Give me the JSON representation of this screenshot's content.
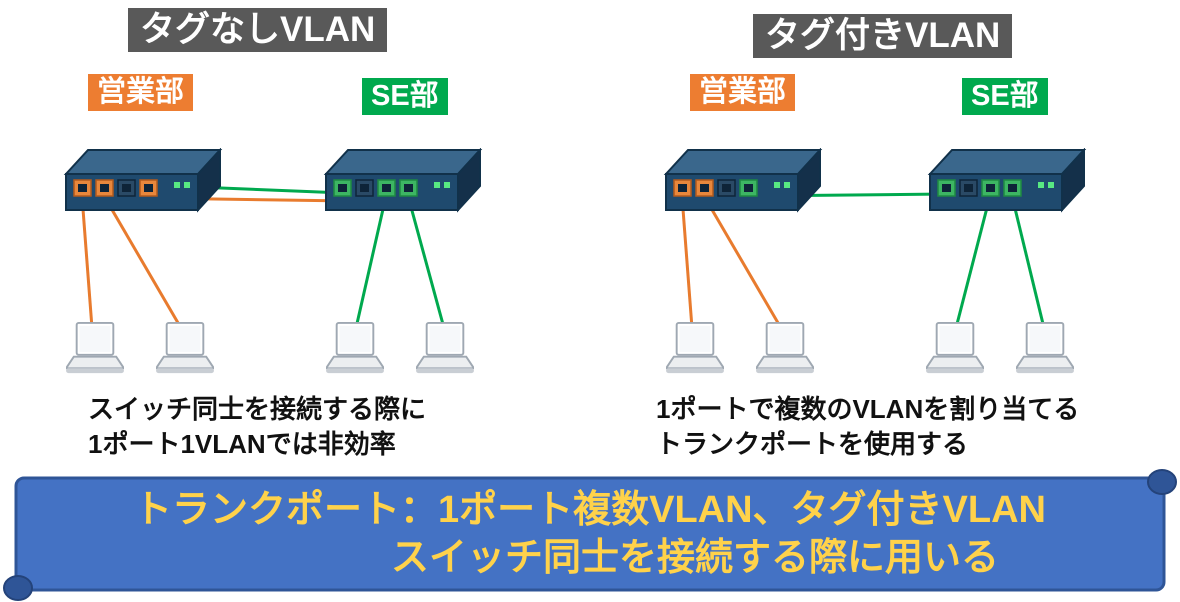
{
  "colors": {
    "sales_orange": "#ED7D31",
    "se_green": "#00A94E",
    "title_gray": "#595959",
    "banner_blue": "#4472C4",
    "banner_border_blue": "#2F5597",
    "banner_text_yellow": "#FFD24A",
    "cable_orange": "#E87B2E",
    "cable_green": "#00A94E"
  },
  "untagged_section": {
    "title": "タグなしVLAN",
    "sales_label": "営業部",
    "se_label": "SE部",
    "caption_line1": "スイッチ同士を接続する際に",
    "caption_line2": "1ポート1VLANでは非効率"
  },
  "tagged_section": {
    "title": "タグ付きVLAN",
    "sales_label": "営業部",
    "se_label": "SE部",
    "caption_line1": "1ポートで複数のVLANを割り当てる",
    "caption_line2": "トランクポートを使用する"
  },
  "banner": {
    "line1": "トランクポート：1ポート複数VLAN、タグ付きVLAN",
    "line2": "スイッチ同士を接続する際に用いる"
  }
}
